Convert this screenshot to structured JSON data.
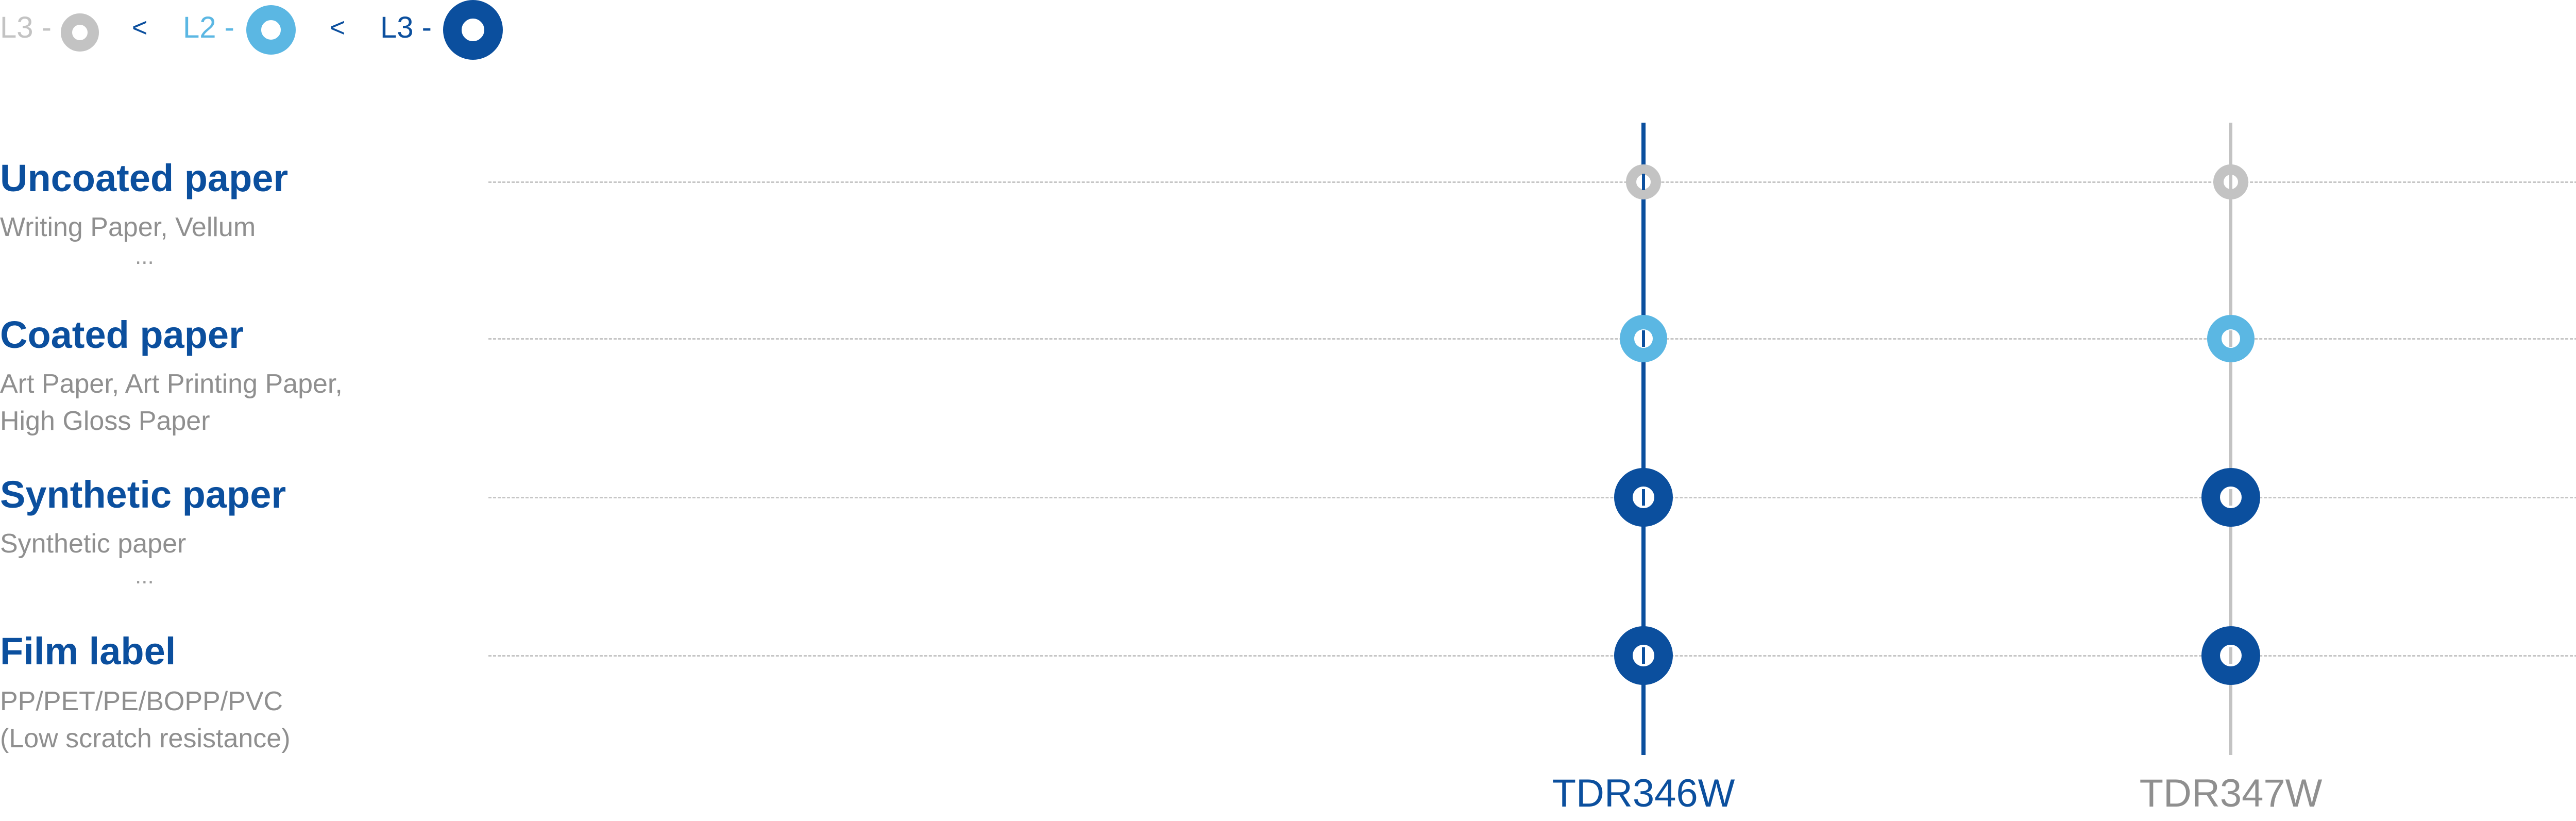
{
  "legend": {
    "items": [
      {
        "text": "L3 -",
        "level": "low",
        "color": "#c3c3c3"
      },
      {
        "text": "L2 -",
        "level": "mid",
        "color": "#5bb7e3"
      },
      {
        "text": "L3 -",
        "level": "high",
        "color": "#0b4f9e"
      }
    ],
    "separator": "<"
  },
  "categories": [
    {
      "title": "Uncoated paper",
      "lines": [
        "Writing Paper, Vellum"
      ],
      "ellipsis": "..."
    },
    {
      "title": "Coated paper",
      "lines": [
        "Art Paper, Art Printing Paper,",
        "High Gloss Paper"
      ],
      "ellipsis": ""
    },
    {
      "title": "Synthetic paper",
      "lines": [
        "Synthetic paper"
      ],
      "ellipsis": "..."
    },
    {
      "title": "Film label",
      "lines": [
        "PP/PET/PE/BOPP/PVC",
        "(Low scratch resistance)"
      ],
      "ellipsis": ""
    }
  ],
  "models": [
    {
      "name": "TDR346W",
      "line_color": "#0b4f9e",
      "label_color": "#0b4f9e",
      "levels": [
        "low",
        "mid",
        "high",
        "high"
      ]
    },
    {
      "name": "TDR347W",
      "line_color": "#c3c3c3",
      "label_color": "#8f8f8f",
      "levels": [
        "low",
        "mid",
        "high",
        "high"
      ]
    }
  ],
  "colors": {
    "low": "#c3c3c3",
    "mid": "#5bb7e3",
    "high": "#0b4f9e",
    "title": "#0b4f9e",
    "subtext": "#8f8f8f"
  }
}
